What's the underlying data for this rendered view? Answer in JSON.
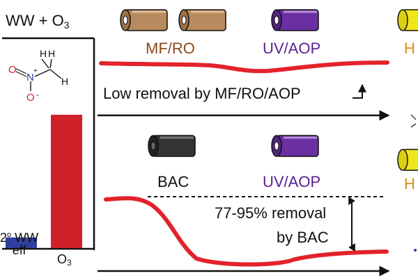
{
  "panel": {
    "title": "WW + O",
    "title_sub": "3"
  },
  "molecule": {
    "left_h": "H",
    "right_h": "H",
    "lower_h": "H",
    "nitrogen": "N",
    "nitrogen_charge": "+",
    "oxygen_top": "O",
    "oxygen_bottom": "O",
    "oxygen_charge": "-"
  },
  "bar_chart": {
    "categories": [
      {
        "sup_prefix": "2",
        "sup": "o",
        "text": " WW",
        "line2": "eff"
      },
      {
        "text": "O",
        "sub": "3"
      }
    ]
  },
  "chart_data": {
    "type": "bar",
    "categories": [
      "2° WW eff",
      "O3"
    ],
    "values": [
      0.08,
      1.0
    ],
    "colors": [
      "#2f3fa0",
      "#d0202a"
    ],
    "ylim": [
      0,
      1.6
    ],
    "title": "",
    "xlabel": "",
    "ylabel": ""
  },
  "top_pathway": {
    "label_mf_ro": "MF/RO",
    "label_uv_aop": "UV/AOP",
    "label_right_partial": "H",
    "note": "Low removal by MF/RO/AOP"
  },
  "bottom_pathway": {
    "label_bac": "BAC",
    "label_uv_aop": "UV/AOP",
    "label_right_partial": "H",
    "note_line1": "77-95% removal",
    "note_line2": "by BAC"
  },
  "colors": {
    "trend_line": "#e3222b",
    "cartridge_brown": "#b88a5e",
    "cartridge_purple": "#6a2fa0",
    "cartridge_black": "#333333",
    "cartridge_yellow": "#f0e51a"
  }
}
